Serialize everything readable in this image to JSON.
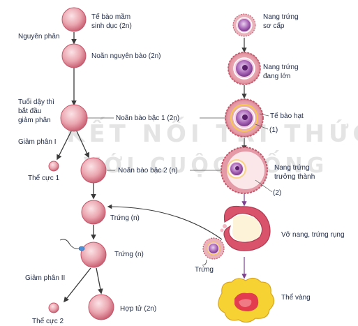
{
  "watermark": {
    "line1": "KẾT NỐI TRI THỨC",
    "line2": "VỚI CUỘC SỐNG"
  },
  "oogenesis": {
    "primordial_germ_cell": "Tế bào mầm\nsinh dục (2n)",
    "mitosis": "Nguyên phân",
    "oogonium": "Noãn nguyên bào (2n)",
    "puberty_meiosis": "Tuổi dậy thì\nbắt đầu\ngiảm phân",
    "primary_oocyte": "Noãn bào bậc 1 (2n)",
    "meiosis_1": "Giảm phân I",
    "polar_body_1": "Thể cực 1",
    "secondary_oocyte": "Noãn bào bậc 2 (n)",
    "egg_1": "Trứng (n)",
    "egg_2": "Trứng (n)",
    "meiosis_2": "Giảm phân II",
    "polar_body_2": "Thể cực 2",
    "zygote": "Hợp tử (2n)"
  },
  "follicle": {
    "primary_follicle": "Nang trứng\nsơ cấp",
    "growing_follicle": "Nang trứng\nđang lớn",
    "granulosa_cell": "Tế bào hạt",
    "marker_1": "(1)",
    "mature_follicle": "Nang trứng\ntrưởng thành",
    "marker_2": "(2)",
    "ovulation": "Vỡ nang, trứng rụng",
    "released_egg": "Trứng",
    "corpus_luteum": "Thể vàng"
  },
  "colors": {
    "cell_fill": "#e8a3ad",
    "cell_edge": "#c4566a",
    "arrow": "#3a3a3a",
    "follicle_purple": "#7e3f8f",
    "corpus_yellow": "#f6d233",
    "corpus_red": "#e23c4e"
  }
}
